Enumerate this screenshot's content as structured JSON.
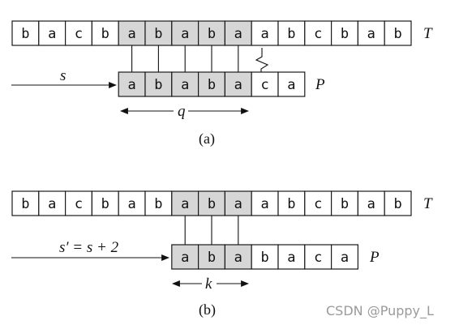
{
  "colors": {
    "match_fill": "#d6d6d6",
    "plain_fill": "#ffffff",
    "line": "#111111"
  },
  "panels": [
    {
      "id": "a",
      "text_row": {
        "chars": [
          "b",
          "a",
          "c",
          "b",
          "a",
          "b",
          "a",
          "b",
          "a",
          "a",
          "b",
          "c",
          "b",
          "a",
          "b"
        ],
        "highlight": [
          4,
          5,
          6,
          7,
          8
        ],
        "label": "T"
      },
      "pattern_row": {
        "chars": [
          "a",
          "b",
          "a",
          "b",
          "a",
          "c",
          "a"
        ],
        "highlight": [
          0,
          1,
          2,
          3,
          4
        ],
        "label": "P",
        "start_index": 4
      },
      "shift_label": "s",
      "span_label": "q",
      "mismatch_index": 9,
      "caption": "(a)"
    },
    {
      "id": "b",
      "text_row": {
        "chars": [
          "b",
          "a",
          "c",
          "b",
          "a",
          "b",
          "a",
          "b",
          "a",
          "a",
          "b",
          "c",
          "b",
          "a",
          "b"
        ],
        "highlight": [
          6,
          7,
          8
        ],
        "label": "T"
      },
      "pattern_row": {
        "chars": [
          "a",
          "b",
          "a",
          "b",
          "a",
          "c",
          "a"
        ],
        "highlight": [
          0,
          1,
          2
        ],
        "label": "P",
        "start_index": 6
      },
      "shift_label": "s′ = s + 2",
      "span_label": "k",
      "mismatch_index": null,
      "caption": "(b)"
    }
  ],
  "watermark": "CSDN @Puppy_L"
}
